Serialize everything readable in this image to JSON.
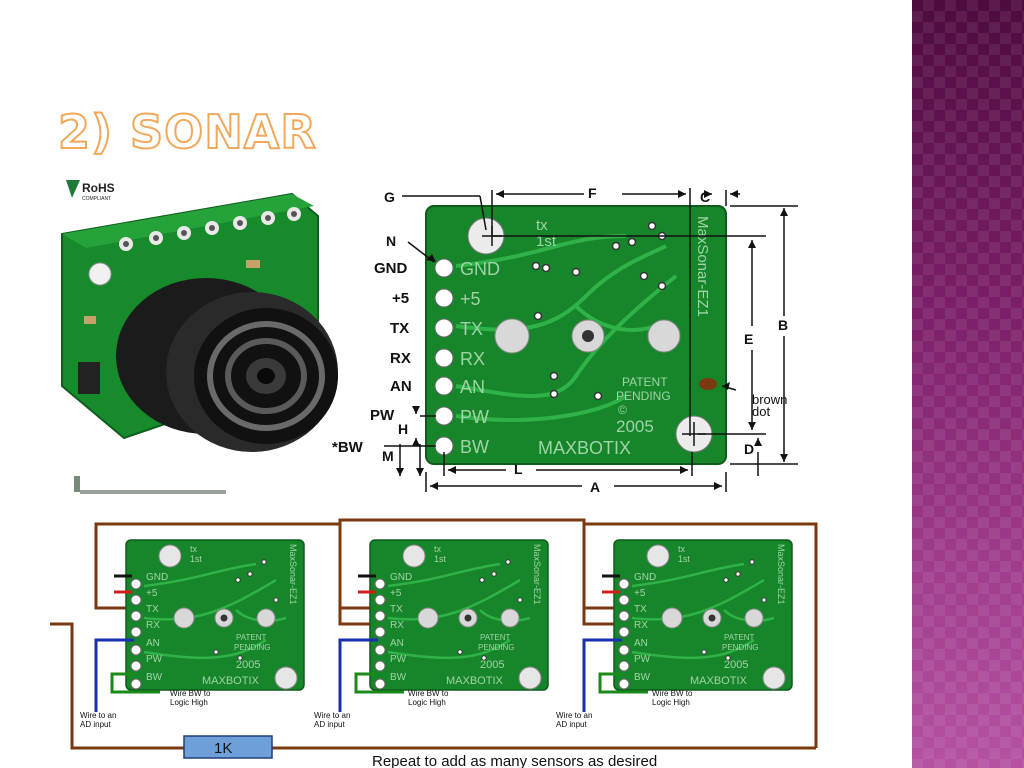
{
  "slide": {
    "title": "2) SONAR",
    "colors": {
      "title_outline": "#f0a85a",
      "side_band": "#8a2a76",
      "pcb_green": "#1f8a2a",
      "wire_brown": "#7a3a10"
    }
  },
  "photo": {
    "rohs_logo": "RoHS",
    "rohs_sub": "COMPLIANT"
  },
  "diagram": {
    "pin_labels": [
      "GND",
      "+5",
      "TX",
      "RX",
      "AN",
      "PW",
      "*BW"
    ],
    "silk_labels": [
      "GND",
      "+5",
      "TX",
      "RX",
      "AN",
      "PW",
      "BW"
    ],
    "dimension_letters": {
      "a": "A",
      "b": "B",
      "c": "C",
      "d": "D",
      "e": "E",
      "f": "F",
      "g": "G",
      "h": "H",
      "l": "L",
      "m": "M",
      "n": "N"
    },
    "brown_dot_line1": "brown",
    "brown_dot_line2": "dot",
    "board_text": {
      "brand": "MaxSonar-EZ1",
      "patent1": "PATENT",
      "patent2": "PENDING",
      "copyright": "©",
      "year": "2005",
      "maker": "MAXBOTIX",
      "tx": "tx",
      "first": "1st"
    }
  },
  "wiring": {
    "resistor_label": "1K",
    "caption": "Repeat to add as many sensors as desired",
    "sensors": [
      {
        "bw_note1": "Wire BW to",
        "bw_note2": "Logic High",
        "ad_note1": "Wire to an",
        "ad_note2": "AD input"
      },
      {
        "bw_note1": "Wire BW to",
        "bw_note2": "Logic High",
        "ad_note1": "Wire to an",
        "ad_note2": "AD input"
      },
      {
        "bw_note1": "Wire BW to",
        "bw_note2": "Logic High",
        "ad_note1": "Wire to an",
        "ad_note2": "AD input"
      }
    ],
    "board_silk": [
      "GND",
      "+5",
      "TX",
      "RX",
      "AN",
      "PW",
      "BW"
    ],
    "board_brand": "MaxSonar-EZ1",
    "board_patent1": "PATENT",
    "board_patent2": "PENDING",
    "board_year": "2005",
    "board_maker": "MAXBOTIX",
    "board_tx": "tx",
    "board_first": "1st"
  }
}
